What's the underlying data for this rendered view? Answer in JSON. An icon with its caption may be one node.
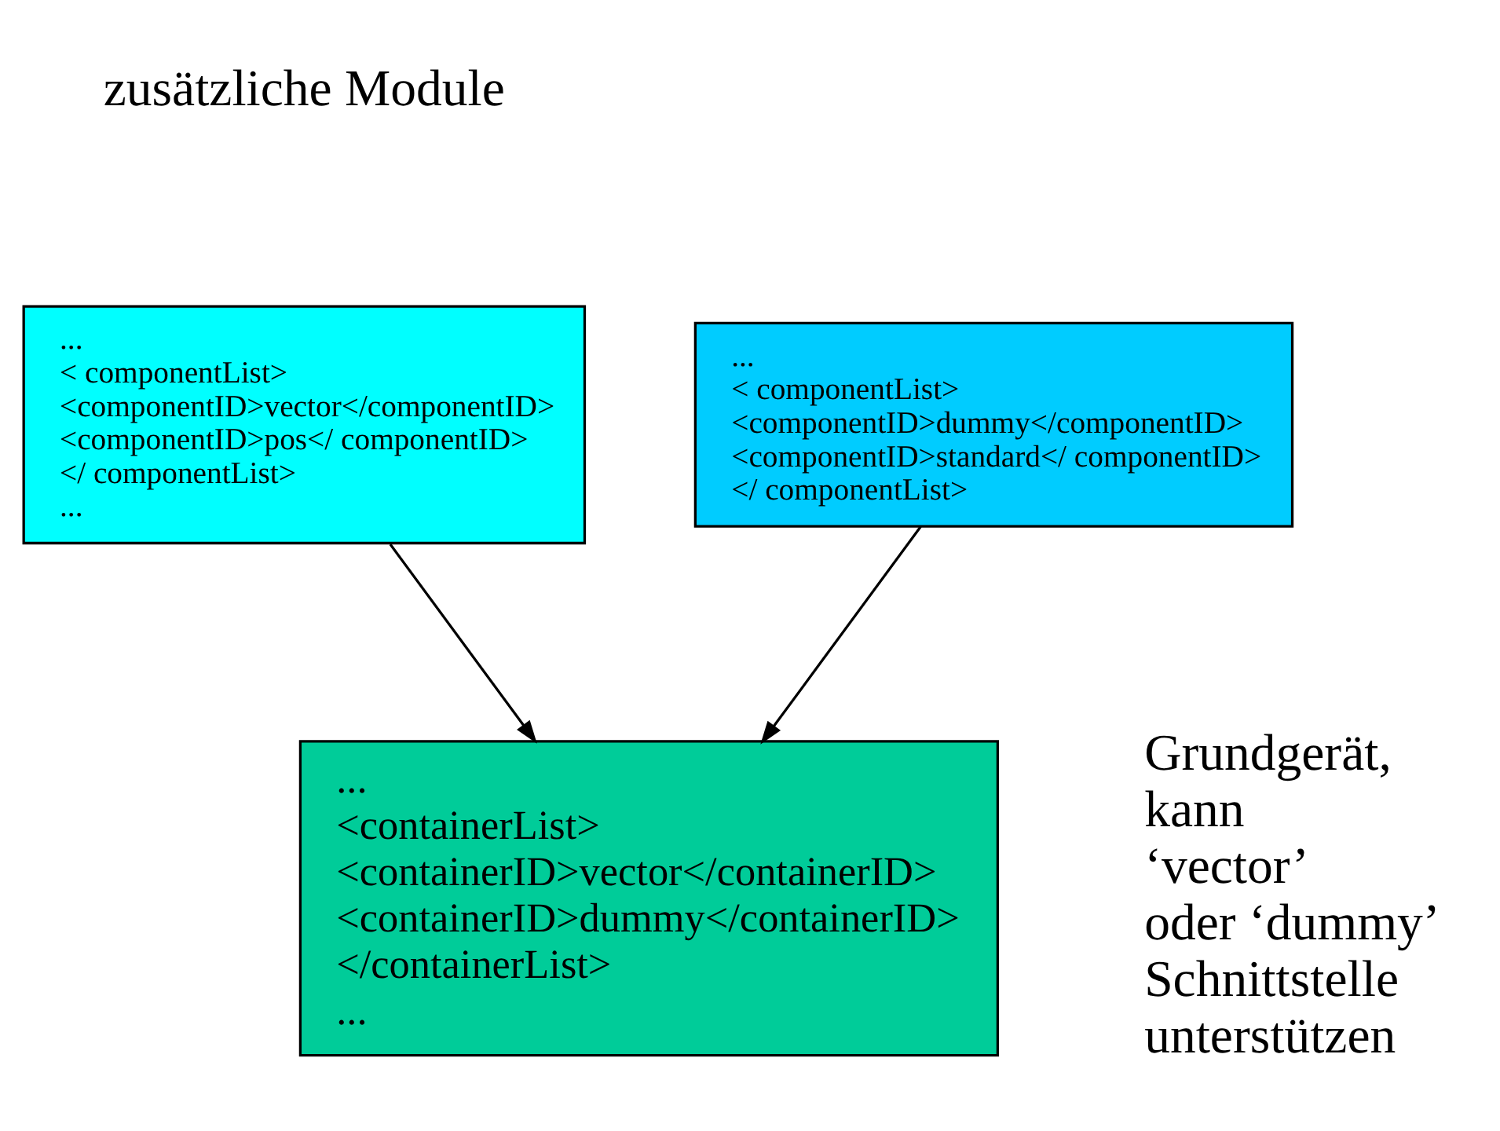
{
  "diagram": {
    "nodes": [
      {
        "text": [
          "...",
          "< componentList>",
          "<componentID>dummy</componentID>",
          "<componentID>standard</ componentID>",
          "</ componentList>"
        ]
      },
      {
        "text": [
          "...",
          "< componentList>",
          "<componentID>vector</componentID>",
          "<componentID>pos</ componentID>",
          "</ componentList>",
          "..."
        ]
      },
      {
        "text": [
          "...",
          "<containerList>",
          "<containerID>vector</containerID>",
          "<containerID>dummy</containerID>",
          "</containerList>",
          "..."
        ],
        "beside": [
          "Grundgerät, kann ‘vector’ oder ‘dummy’ Schnittstelle unterstützen"
        ]
      }
    ],
    "edges": [
      {
        "from": 1,
        "to": 2,
        "arrow": "to"
      },
      {
        "from": 0,
        "to": 2,
        "arrow": "to"
      }
    ],
    "labels": [
      "zusätzliche Module"
    ]
  }
}
